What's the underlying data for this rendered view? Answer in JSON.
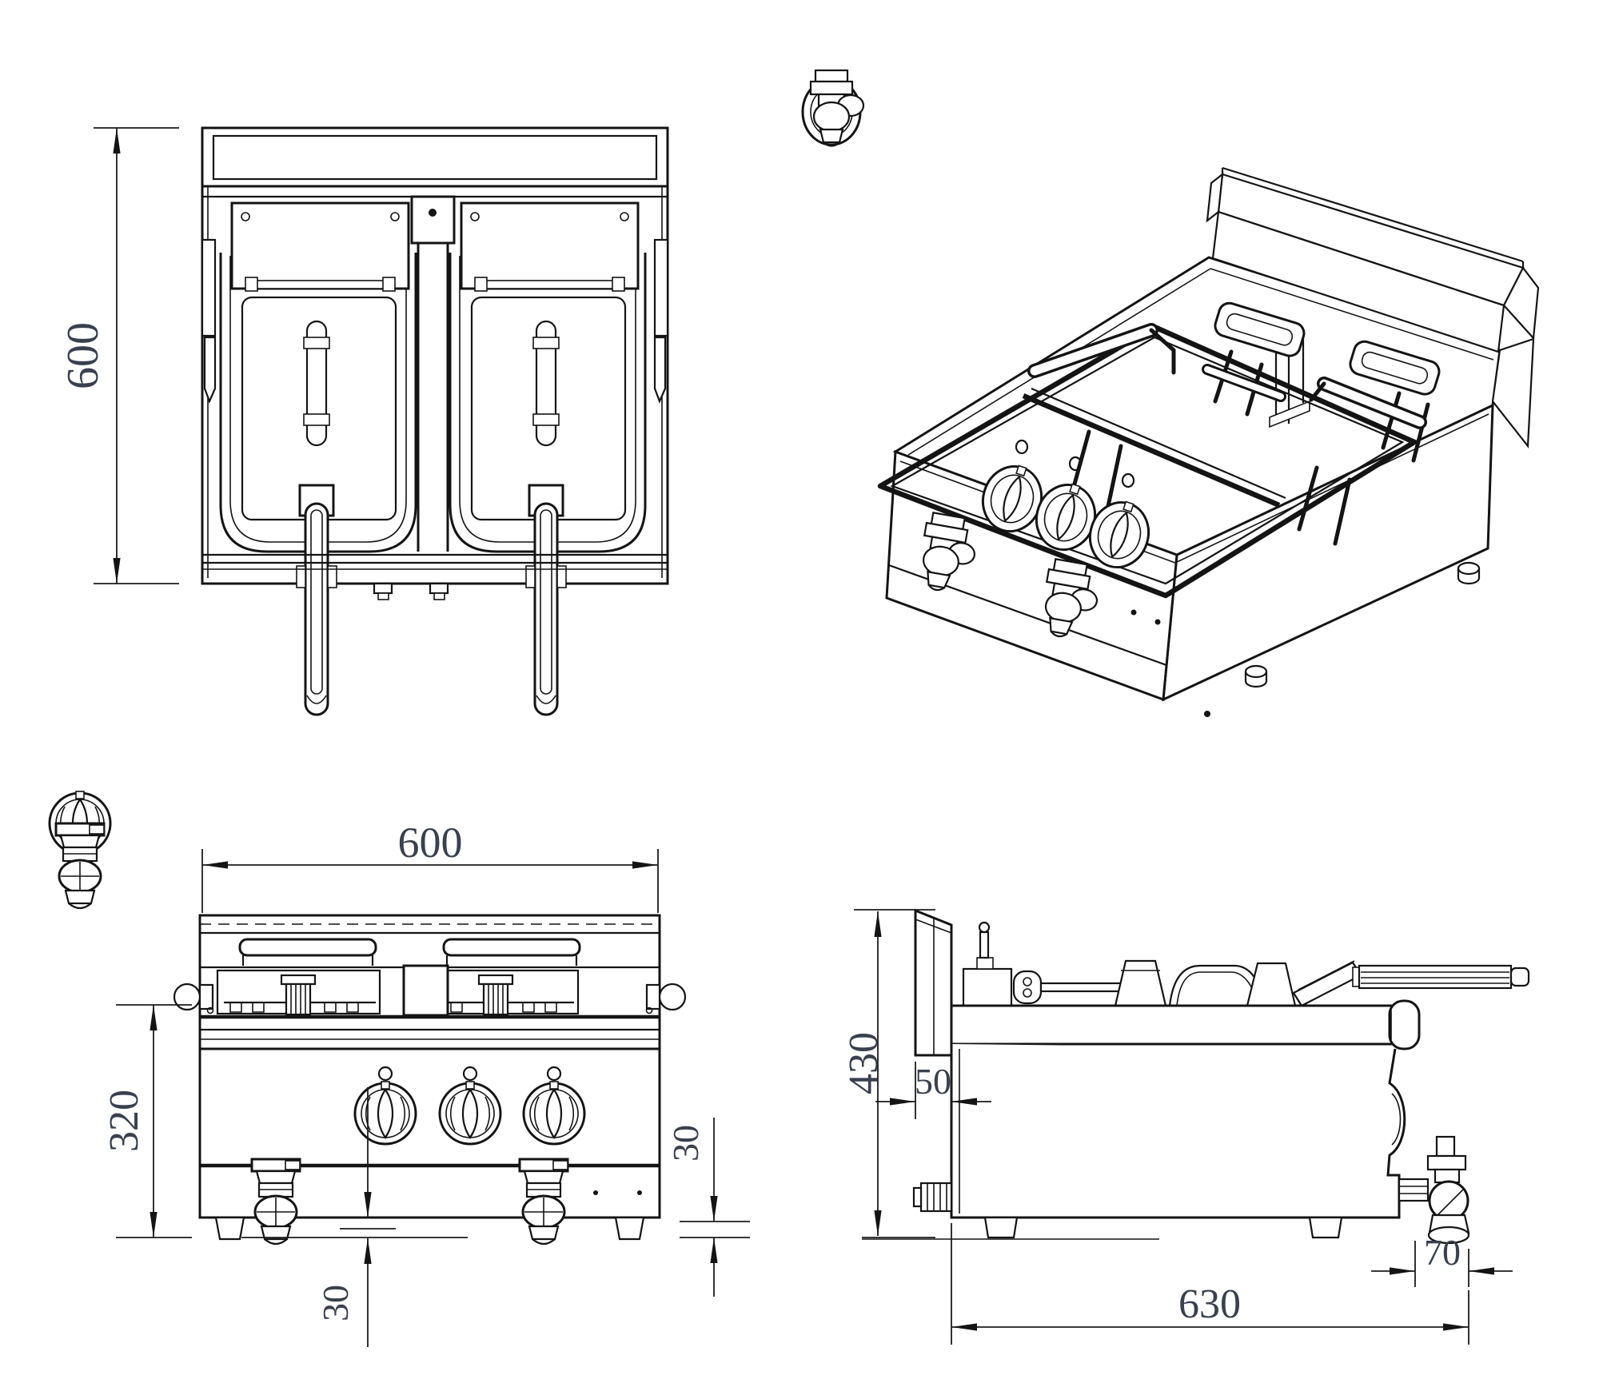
{
  "page": {
    "background": "#ffffff",
    "line_color": "#141414",
    "dim_text_color": "#39404e"
  },
  "views": {
    "plan": {
      "dim_height_label": "600"
    },
    "front": {
      "dim_width_label": "600",
      "dim_height_label": "320",
      "dim_foot_label": "30",
      "dim_drain_label": "30"
    },
    "side": {
      "dim_height_label": "430",
      "dim_backsplash_label": "50",
      "dim_valve_label": "70",
      "dim_depth_label": "630"
    }
  }
}
